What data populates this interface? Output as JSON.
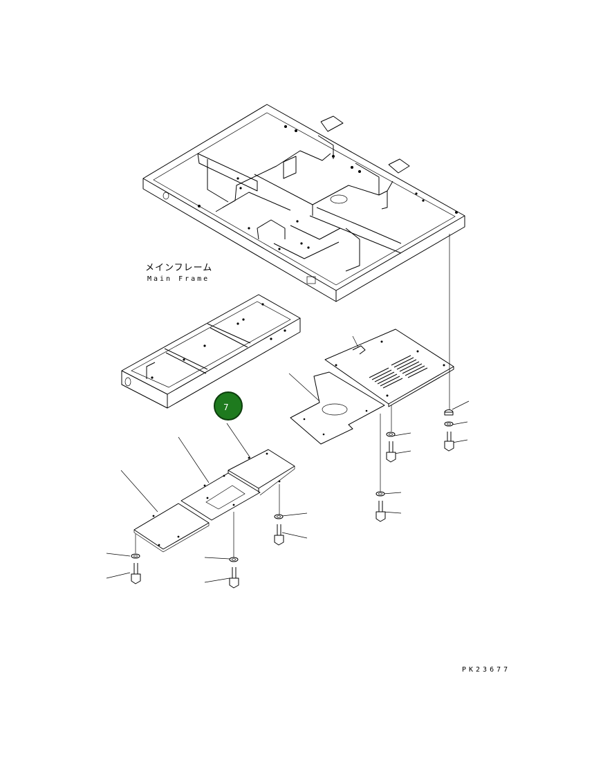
{
  "labels": {
    "main_frame_jp": "メインフレーム",
    "main_frame_en": "Main Frame",
    "drawing_code": "PK23677"
  },
  "callout": {
    "number": "7",
    "color": "#1e7a1e"
  }
}
